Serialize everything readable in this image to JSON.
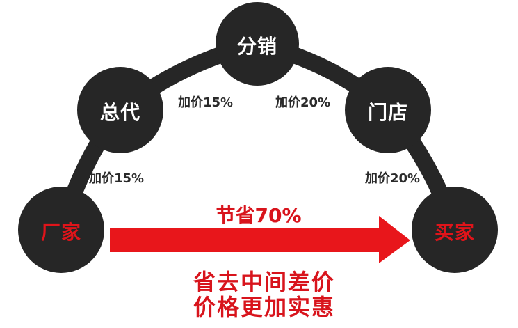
{
  "diagram": {
    "colors": {
      "node": "#262626",
      "path": "#262626",
      "arrow": "#e8161b",
      "accent_text": "#d8141c",
      "label_text": "#2a2a2a"
    },
    "nodes": [
      {
        "id": "manufacturer",
        "label": "厂家",
        "label_color": "red"
      },
      {
        "id": "general-agent",
        "label": "总代",
        "label_color": "white"
      },
      {
        "id": "distributor",
        "label": "分销",
        "label_color": "white"
      },
      {
        "id": "store",
        "label": "门店",
        "label_color": "white"
      },
      {
        "id": "buyer",
        "label": "买家",
        "label_color": "red"
      }
    ],
    "markups": [
      {
        "from": "厂家",
        "to": "总代",
        "label": "加价15%"
      },
      {
        "from": "总代",
        "to": "分销",
        "label": "加价15%"
      },
      {
        "from": "分销",
        "to": "门店",
        "label": "加价20%"
      },
      {
        "from": "门店",
        "to": "买家",
        "label": "加价20%"
      }
    ],
    "direct_arrow": {
      "from": "厂家",
      "to": "买家",
      "label": "节省70%"
    },
    "slogan": {
      "line1": "省去中间差价",
      "line2": "价格更加实惠"
    }
  }
}
